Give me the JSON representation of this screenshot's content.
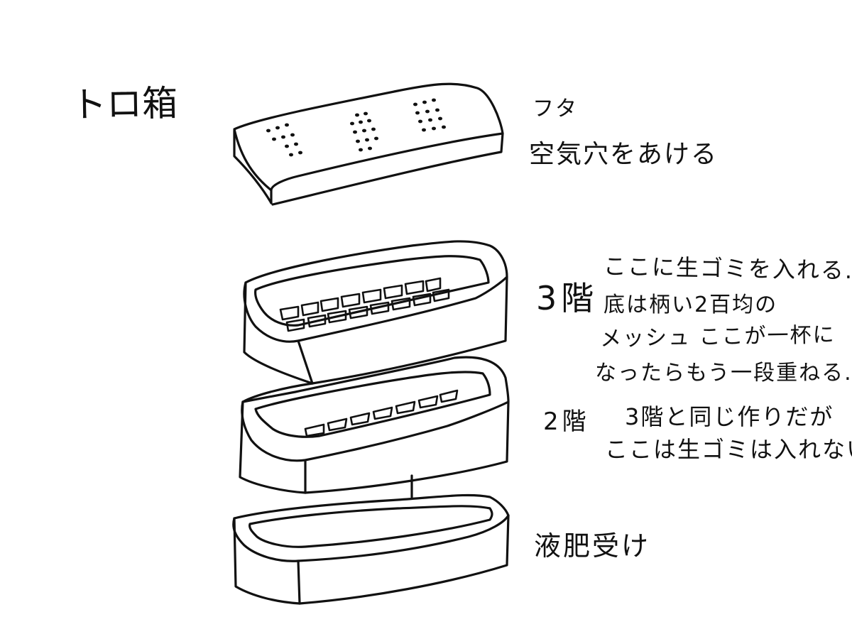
{
  "title": "トロ箱",
  "lid": {
    "name": "フタ",
    "note": "空気穴をあける"
  },
  "tier3": {
    "name": "3階",
    "lines": [
      "ここに生ゴミを入れる.",
      "底は柄い2百均の",
      "メッシュ ここが一杯に",
      "なったらもう一段重ねる."
    ]
  },
  "tier2": {
    "name": "2階",
    "lines": [
      "3階と同じ作りだが",
      "ここは生ゴミは入れない"
    ]
  },
  "bottom": {
    "name": "液肥受け"
  }
}
